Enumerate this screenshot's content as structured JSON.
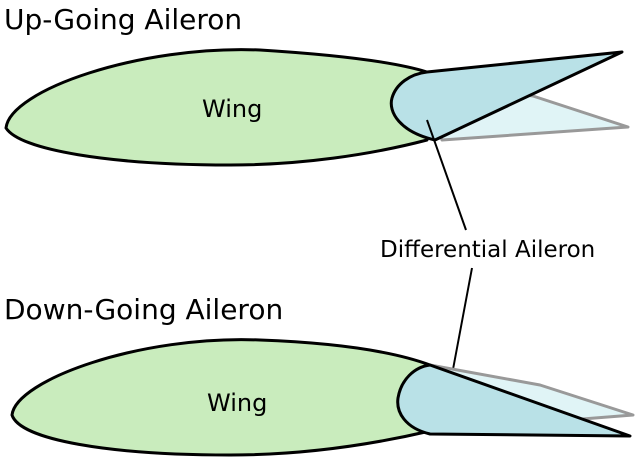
{
  "diagram": {
    "up": {
      "heading": "Up-Going Aileron",
      "wing_label": "Wing"
    },
    "down": {
      "heading": "Down-Going Aileron",
      "wing_label": "Wing"
    },
    "callout_label": "Differential Aileron"
  },
  "colors": {
    "wing_fill": "#c9ecbd",
    "aileron_fill": "#b9e1e7",
    "ghost_aileron_fill": "#e0f4f6",
    "ghost_stroke": "#999999",
    "outline": "#000000"
  }
}
